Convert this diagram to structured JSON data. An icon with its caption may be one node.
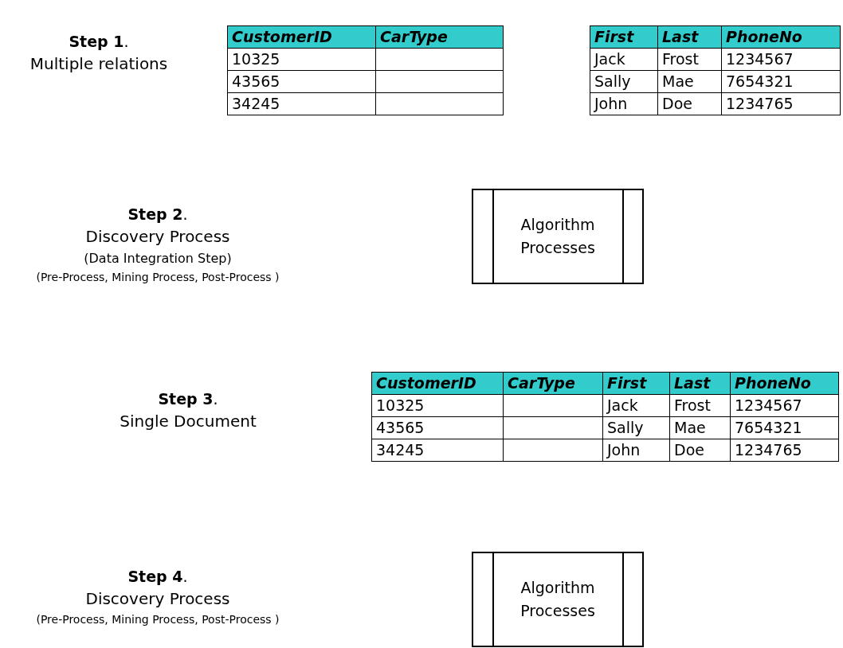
{
  "diagram": {
    "nodes": [
      {
        "text": [
          "Algorithm Processes"
        ]
      },
      {
        "text": [
          "Algorithm Processes"
        ]
      }
    ],
    "labels": [
      "**Step 1**.",
      "Multiple relations",
      "CustomerID",
      "CarType",
      "10325",
      "43565",
      "34245",
      "First",
      "Last",
      "PhoneNo",
      "Jack",
      "Frost",
      "1234567",
      "Sally",
      "Mae",
      "7654321",
      "John",
      "Doe",
      "1234765",
      "**Step 2**.",
      "Discovery Process",
      "(Data Integration Step)",
      "(Pre-Process, Mining Process, Post-Process )",
      "**Step 3**.",
      "Single Document",
      "CustomerID",
      "CarType",
      "First",
      "Last",
      "PhoneNo",
      "10325",
      "Jack",
      "Frost",
      "1234567",
      "43565",
      "Sally",
      "Mae",
      "7654321",
      "34245",
      "John",
      "Doe",
      "1234765",
      "**Step 4**.",
      "Discovery Process",
      "(Pre-Process, Mining Process, Post-Process )"
    ]
  }
}
